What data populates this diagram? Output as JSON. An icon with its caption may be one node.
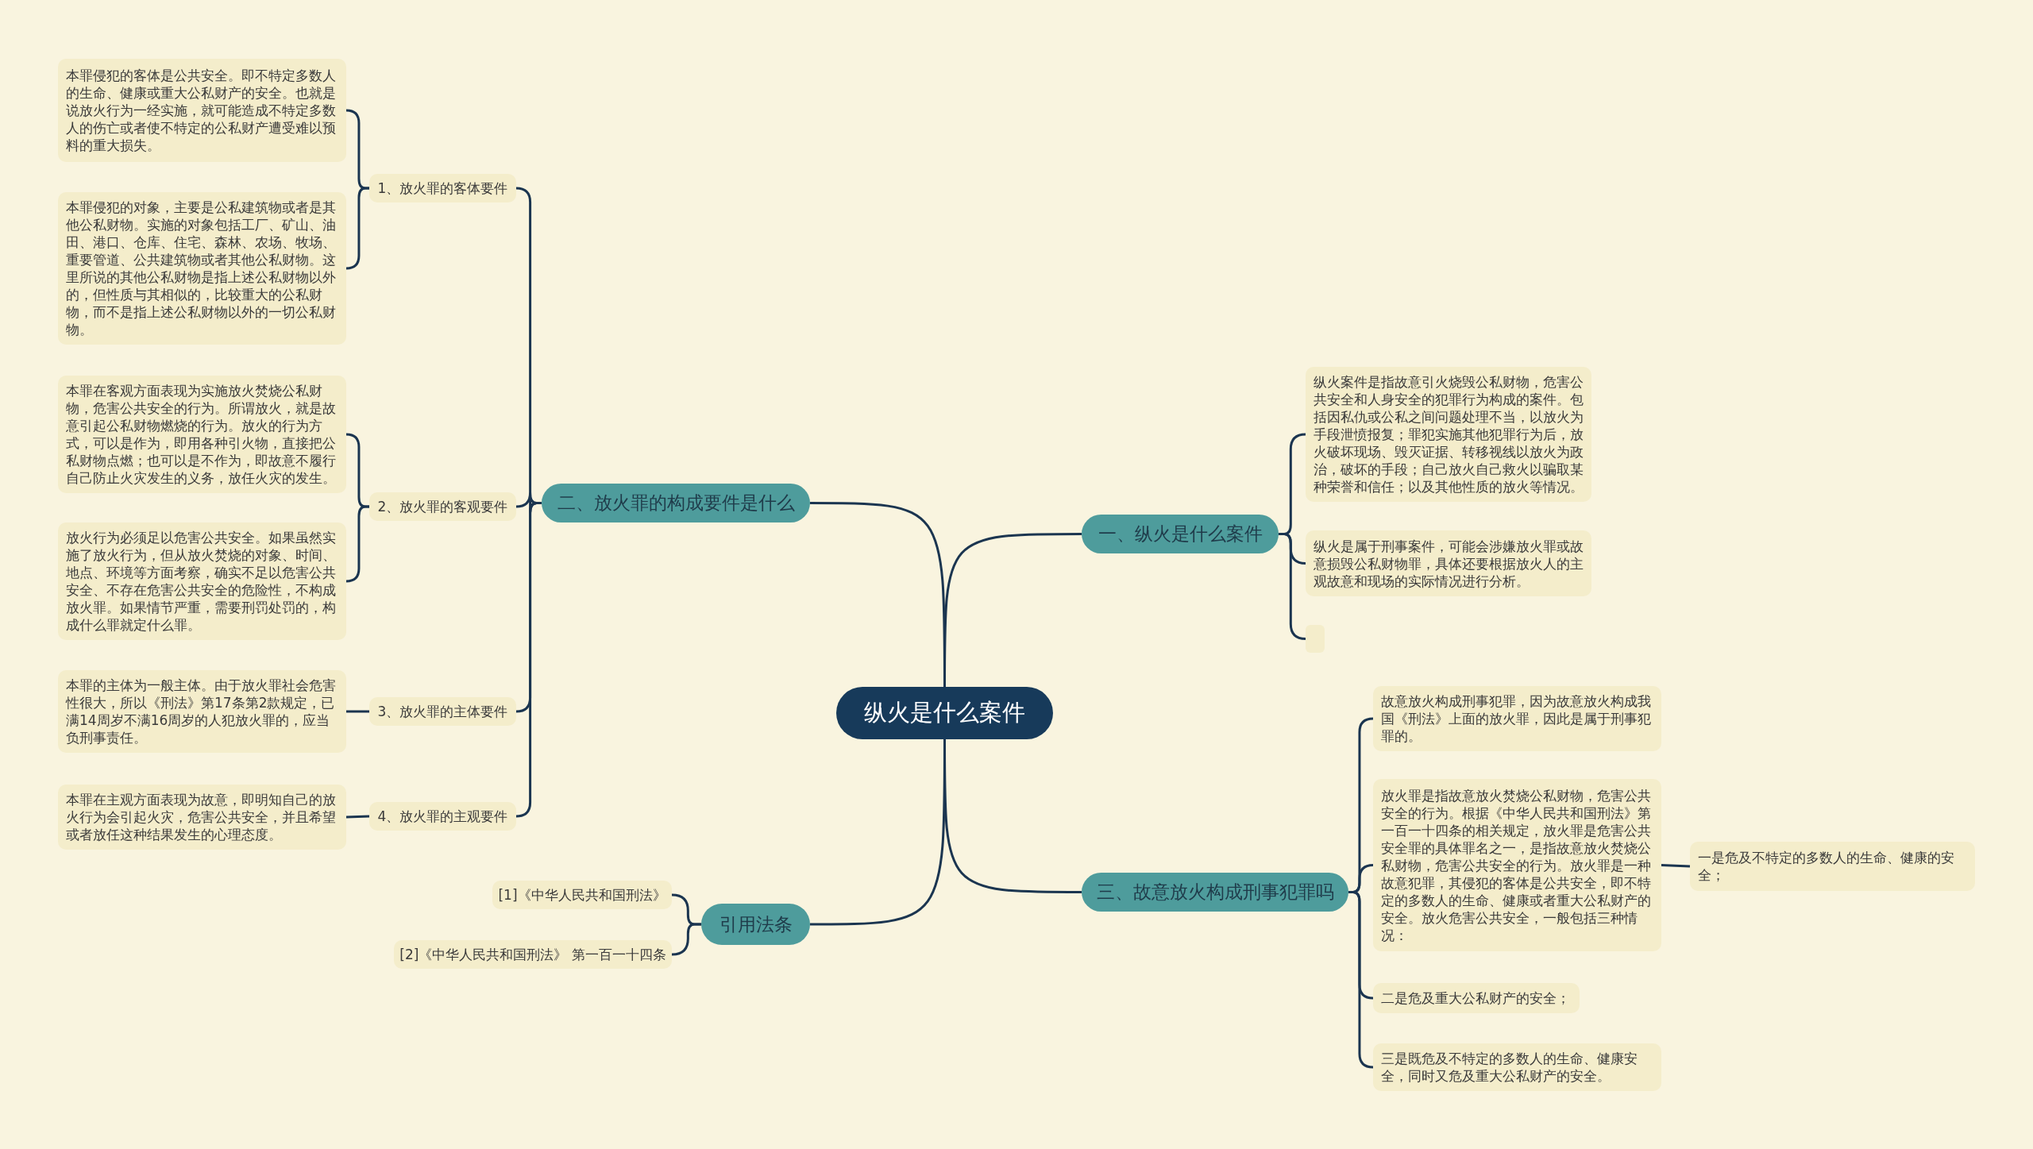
{
  "diagram": {
    "nodes": [
      {
        "text": [
          "纵火是什么案件"
        ]
      },
      {
        "text": [
          "一、纵火是什么案件"
        ]
      },
      {
        "text": [
          "纵火案件是指故意引火烧毁公私财物，危害公共安全和人身安全的犯罪行为构成的案件。包括因私仇或公私之间问题处理不当，以放火为手段泄愤报复；罪犯实施其他犯罪行为后，放火破坏现场、毁灭证据、转移视线以放火为政治，破坏的手段；自己放火自己救火以骗取某种荣誉和信任；以及其他性质的放火等情况。"
        ]
      },
      {
        "text": [
          "纵火是属于刑事案件，可能会涉嫌放火罪或故意损毁公私财物罪，具体还要根据放火人的主观故意和现场的实际情况进行分析。"
        ]
      },
      {
        "text": [],
        "shape": "box"
      },
      {
        "text": [
          "二、放火罪的构成要件是什么"
        ]
      },
      {
        "text": [
          "1、放火罪的客体要件"
        ]
      },
      {
        "text": [
          "本罪侵犯的客体是公共安全。即不特定多数人的生命、健康或重大公私财产的安全。也就是说放火行为一经实施，就可能造成不特定多数人的伤亡或者使不特定的公私财产遭受难以预料的重大损失。"
        ]
      },
      {
        "text": [
          "本罪侵犯的对象，主要是公私建筑物或者是其他公私财物。实施的对象包括工厂、矿山、油田、港口、仓库、住宅、森林、农场、牧场、重要管道、公共建筑物或者其他公私财物。这里所说的其他公私财物是指上述公私财物以外的，但性质与其相似的，比较重大的公私财物，而不是指上述公私财物以外的一切公私财物。"
        ]
      },
      {
        "text": [
          "2、放火罪的客观要件"
        ]
      },
      {
        "text": [
          "本罪在客观方面表现为实施放火焚烧公私财物，危害公共安全的行为。所谓放火，就是故意引起公私财物燃烧的行为。放火的行为方式，可以是作为，即用各种引火物，直接把公私财物点燃；也可以是不作为，即故意不履行自己防止火灾发生的义务，放任火灾的发生。"
        ]
      },
      {
        "text": [
          "放火行为必须足以危害公共安全。如果虽然实施了放火行为，但从放火焚烧的对象、时间、地点、环境等方面考察，确实不足以危害公共安全、不存在危害公共安全的危险性，不构成放火罪。如果情节严重，需要刑罚处罚的，构成什么罪就定什么罪。"
        ]
      },
      {
        "text": [
          "3、放火罪的主体要件"
        ]
      },
      {
        "text": [
          "本罪的主体为一般主体。由于放火罪社会危害性很大，所以《刑法》第17条第2款规定，已满14周岁不满16周岁的人犯放火罪的，应当负刑事责任。"
        ]
      },
      {
        "text": [
          "4、放火罪的主观要件"
        ]
      },
      {
        "text": [
          "本罪在主观方面表现为故意，即明知自己的放火行为会引起火灾，危害公共安全，并且希望或者放任这种结果发生的心理态度。"
        ]
      },
      {
        "text": [
          "三、故意放火构成刑事犯罪吗"
        ]
      },
      {
        "text": [
          "故意放火构成刑事犯罪，因为故意放火构成我国《刑法》上面的放火罪，因此是属于刑事犯罪的。"
        ]
      },
      {
        "text": [
          "放火罪是指故意放火焚烧公私财物，危害公共安全的行为。根据《中华人民共和国刑法》第一百一十四条的相关规定，放火罪是危害公共安全罪的具体罪名之一，是指故意放火焚烧公私财物，危害公共安全的行为。放火罪是一种故意犯罪，其侵犯的客体是公共安全，即不特定的多数人的生命、健康或者重大公私财产的安全。放火危害公共安全，一般包括三种情况："
        ]
      },
      {
        "text": [
          "一是危及不特定的多数人的生命、健康的安全；"
        ]
      },
      {
        "text": [
          "二是危及重大公私财产的安全；"
        ]
      },
      {
        "text": [
          "三是既危及不特定的多数人的生命、健康安全，同时又危及重大公私财产的安全。"
        ]
      },
      {
        "text": [
          "引用法条"
        ]
      },
      {
        "text": [
          "[1]《中华人民共和国刑法》"
        ]
      },
      {
        "text": [
          "[2]《中华人民共和国刑法》 第一百一十四条"
        ]
      }
    ],
    "edges": [
      {
        "from": 0,
        "to": 1,
        "arrow": "none"
      },
      {
        "from": 1,
        "to": 2,
        "arrow": "none"
      },
      {
        "from": 1,
        "to": 3,
        "arrow": "none"
      },
      {
        "from": 1,
        "to": 4,
        "arrow": "none"
      },
      {
        "from": 0,
        "to": 5,
        "arrow": "none"
      },
      {
        "from": 5,
        "to": 6,
        "arrow": "none"
      },
      {
        "from": 6,
        "to": 7,
        "arrow": "none"
      },
      {
        "from": 6,
        "to": 8,
        "arrow": "none"
      },
      {
        "from": 5,
        "to": 9,
        "arrow": "none"
      },
      {
        "from": 9,
        "to": 10,
        "arrow": "none"
      },
      {
        "from": 9,
        "to": 11,
        "arrow": "none"
      },
      {
        "from": 5,
        "to": 12,
        "arrow": "none"
      },
      {
        "from": 12,
        "to": 13,
        "arrow": "none"
      },
      {
        "from": 5,
        "to": 14,
        "arrow": "none"
      },
      {
        "from": 14,
        "to": 15,
        "arrow": "none"
      },
      {
        "from": 0,
        "to": 16,
        "arrow": "none"
      },
      {
        "from": 16,
        "to": 17,
        "arrow": "none"
      },
      {
        "from": 16,
        "to": 18,
        "arrow": "none"
      },
      {
        "from": 18,
        "to": 19,
        "arrow": "none"
      },
      {
        "from": 16,
        "to": 20,
        "arrow": "none"
      },
      {
        "from": 16,
        "to": 21,
        "arrow": "none"
      },
      {
        "from": 0,
        "to": 22,
        "arrow": "none"
      },
      {
        "from": 22,
        "to": 23,
        "arrow": "none"
      },
      {
        "from": 22,
        "to": 24,
        "arrow": "none"
      }
    ]
  }
}
